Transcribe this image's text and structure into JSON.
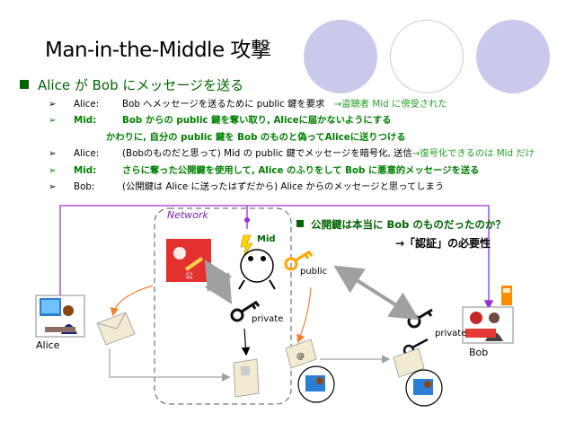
{
  "title": "Man-in-the-Middle 攻撃",
  "heading": "Alice が Bob にメッセージを送る",
  "bullets": [
    {
      "arrow": "➢",
      "label": "Alice:",
      "text": "Bob へメッセージを送るために public 鍵を要求",
      "note": "　→盗聴者 Mid に傍受された",
      "style": "k"
    },
    {
      "arrow": "➢",
      "label": "Mid:",
      "text": "Bob からの public 鍵を奪い取り, Aliceに届かないようにする",
      "note": "",
      "style": "g"
    },
    {
      "arrow": "",
      "label": "",
      "text": "かわりに, 自分の public 鍵を Bob のものと偽ってAliceに送りつける",
      "note": "",
      "style": "g"
    },
    {
      "arrow": "➢",
      "label": "Alice:",
      "text": "(Bobのものだと思って) Mid の public 鍵でメッセージを暗号化, 送信",
      "note": "→復号化できるのは Mid だけ",
      "style": "k"
    },
    {
      "arrow": "➢",
      "label": "Mid:",
      "text": "さらに奪った公開鍵を使用して, Alice のふりをして Bob に悪意的メッセージを送る",
      "note": "",
      "style": "g"
    },
    {
      "arrow": "➢",
      "label": "Bob:",
      "text": "(公開鍵は Alice に送ったはずだから) Alice からのメッセージと思ってしまう",
      "note": "",
      "style": "k"
    }
  ],
  "diagram": {
    "network_label": "Network",
    "mid_label": "Mid",
    "public_label": "public",
    "private_mid_label": "private",
    "private_bob_label": "private",
    "alice_label": "Alice",
    "bob_label": "Bob",
    "stamp_char": "公"
  },
  "callout": {
    "question": "公開鍵は本当に Bob のものだったのか？",
    "answer": "→「認証」の必要性"
  },
  "colors": {
    "heading_green": "#006400",
    "circle": "#c9c9ec",
    "network_purple": "#7b1fa2",
    "arrow_purple": "#9b30d0",
    "arrow_orange": "#f08030",
    "arrow_gray": "#a0a0a0"
  }
}
